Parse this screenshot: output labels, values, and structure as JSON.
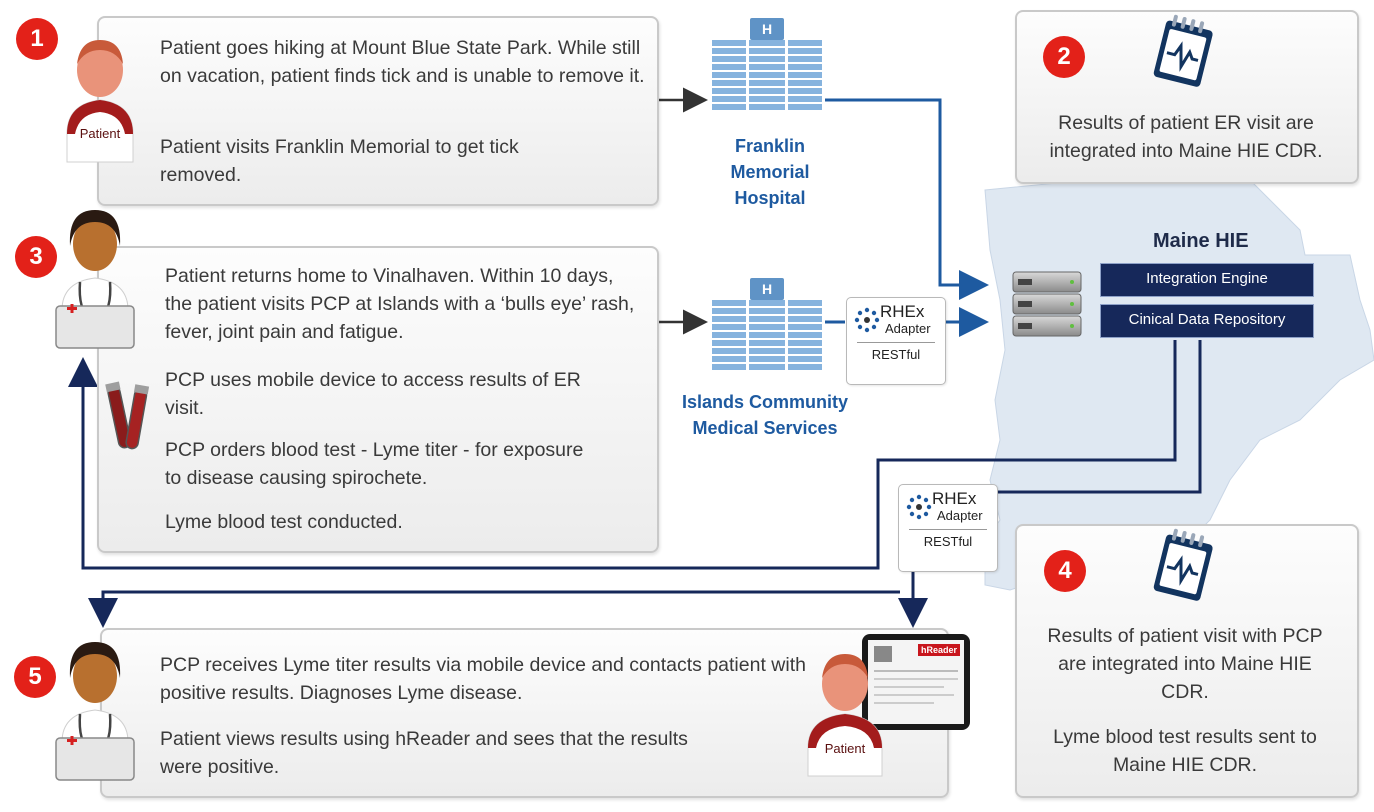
{
  "steps": {
    "s1": {
      "num": "1",
      "p1": "Patient goes hiking at Mount Blue State Park. While still on vacation, patient finds tick and is unable to remove it.",
      "p2": "Patient visits Franklin Memorial to get tick removed.",
      "icon_label": "Patient"
    },
    "s2": {
      "num": "2",
      "text": "Results of patient ER visit are integrated into Maine HIE CDR."
    },
    "s3": {
      "num": "3",
      "p1": "Patient returns home to Vinalhaven. Within 10 days, the patient visits PCP at Islands with a ‘bulls eye’ rash, fever, joint pain and fatigue.",
      "p2": "PCP uses mobile device to access results of ER visit.",
      "p3": "PCP orders blood test - Lyme titer - for exposure to disease causing spirochete.",
      "p4": "Lyme blood test conducted."
    },
    "s4": {
      "num": "4",
      "p1": "Results of patient visit with PCP are integrated into Maine HIE CDR.",
      "p2": "Lyme blood test results sent to Maine HIE CDR."
    },
    "s5": {
      "num": "5",
      "p1": "PCP receives Lyme titer results via mobile device and contacts patient with positive results. Diagnoses Lyme disease.",
      "p2": "Patient views results using hReader and sees that the results were positive.",
      "icon_label": "Patient",
      "tablet_brand": "hReader"
    }
  },
  "hospitals": {
    "franklin": {
      "line1": "Franklin",
      "line2": "Memorial",
      "line3": "Hospital",
      "sign": "H"
    },
    "islands": {
      "line1": "Islands Community",
      "line2": "Medical Services",
      "sign": "H"
    }
  },
  "adapter": {
    "name": "RHEx",
    "sub": "Adapter",
    "protocol": "RESTful"
  },
  "hie": {
    "title": "Maine HIE",
    "engine": "Integration Engine",
    "repository": "Cinical Data Repository"
  },
  "colors": {
    "badge": "#e32119",
    "link_blue": "#1e5aa0",
    "navy": "#16285a",
    "map": "#dfe8f2"
  }
}
